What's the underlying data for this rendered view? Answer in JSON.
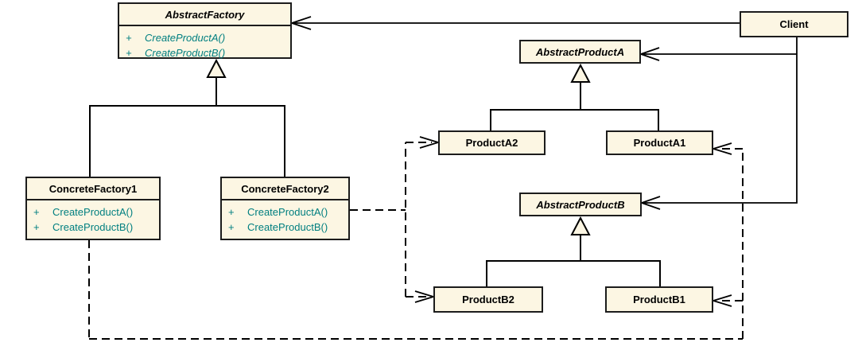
{
  "diagram": {
    "type": "uml-class-diagram",
    "pattern": "Abstract Factory",
    "colors": {
      "box_fill": "#fcf6e3",
      "box_border": "#1c1c1c",
      "title_color": "#000000",
      "method_color": "#007f80",
      "line_color": "#000000",
      "background": "#ffffff"
    },
    "classes": {
      "abstract_factory": {
        "name": "AbstractFactory",
        "abstract": true,
        "methods": [
          {
            "visibility": "+",
            "name": "CreateProductA()"
          },
          {
            "visibility": "+",
            "name": "CreateProductB()"
          }
        ]
      },
      "concrete_factory_1": {
        "name": "ConcreteFactory1",
        "abstract": false,
        "methods": [
          {
            "visibility": "+",
            "name": "CreateProductA()"
          },
          {
            "visibility": "+",
            "name": "CreateProductB()"
          }
        ]
      },
      "concrete_factory_2": {
        "name": "ConcreteFactory2",
        "abstract": false,
        "methods": [
          {
            "visibility": "+",
            "name": "CreateProductA()"
          },
          {
            "visibility": "+",
            "name": "CreateProductB()"
          }
        ]
      },
      "client": {
        "name": "Client"
      },
      "abstract_product_a": {
        "name": "AbstractProductA",
        "abstract": true
      },
      "product_a2": {
        "name": "ProductA2"
      },
      "product_a1": {
        "name": "ProductA1"
      },
      "abstract_product_b": {
        "name": "AbstractProductB",
        "abstract": true
      },
      "product_b2": {
        "name": "ProductB2"
      },
      "product_b1": {
        "name": "ProductB1"
      }
    },
    "relations": [
      {
        "from": "ConcreteFactory1",
        "to": "AbstractFactory",
        "type": "generalization"
      },
      {
        "from": "ConcreteFactory2",
        "to": "AbstractFactory",
        "type": "generalization"
      },
      {
        "from": "ProductA2",
        "to": "AbstractProductA",
        "type": "generalization"
      },
      {
        "from": "ProductA1",
        "to": "AbstractProductA",
        "type": "generalization"
      },
      {
        "from": "ProductB2",
        "to": "AbstractProductB",
        "type": "generalization"
      },
      {
        "from": "ProductB1",
        "to": "AbstractProductB",
        "type": "generalization"
      },
      {
        "from": "Client",
        "to": "AbstractFactory",
        "type": "association"
      },
      {
        "from": "Client",
        "to": "AbstractProductA",
        "type": "association"
      },
      {
        "from": "Client",
        "to": "AbstractProductB",
        "type": "association"
      },
      {
        "from": "ConcreteFactory2",
        "to": "ProductA2",
        "type": "dependency"
      },
      {
        "from": "ConcreteFactory2",
        "to": "ProductB2",
        "type": "dependency"
      },
      {
        "from": "ConcreteFactory1",
        "to": "ProductA1",
        "type": "dependency"
      },
      {
        "from": "ConcreteFactory1",
        "to": "ProductB1",
        "type": "dependency"
      }
    ]
  }
}
